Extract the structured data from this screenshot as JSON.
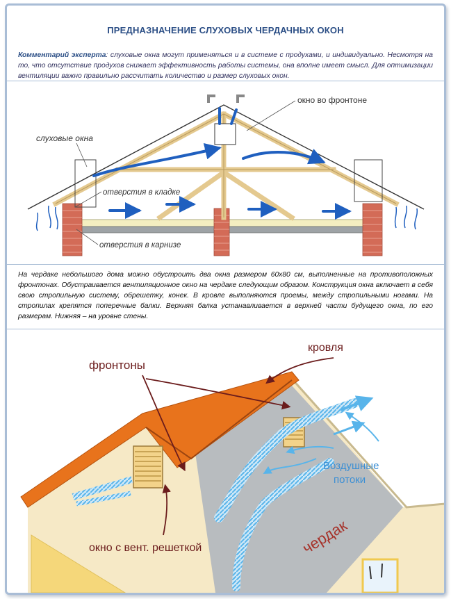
{
  "title": "ПРЕДНАЗНАЧЕНИЕ СЛУХОВЫХ ЧЕРДАЧНЫХ ОКОН",
  "expert_comment": {
    "label": "Комментарий эксперта",
    "text": ": слуховые окна могут применяться и в системе с продухами, и индивидуально. Несмотря на то, что отсутствие продухов снижает эффективность работы системы, она вполне имеет смысл. Для оптимизации вентиляции важно правильно рассчитать количество и размер слуховых окон."
  },
  "diagram_top": {
    "labels": {
      "gable_window": "окно во фронтоне",
      "dormer_windows": "слуховые окна",
      "masonry_openings": "отверстия в кладке",
      "eave_openings": "отверстия в карнизе"
    }
  },
  "description": "На чердаке небольшого дома можно обустроить два окна размером 60х80 см, выполненные на противоположных фронтонах. Обустраивается вентиляционное окно на чердаке следующим образом. Конструкция окна включает в себя свою стропильную систему, обрешетку, конек. В кровле выполняются проемы, между стропильными ногами. На стропилах крепятся поперечные балки. Верхняя балка устанавливается в верхней части будущего окна, по его размерам. Нижняя – на уровне стены.",
  "diagram_bottom": {
    "labels": {
      "roof": "кровля",
      "gables": "фронтоны",
      "air_flows_line1": "Воздушные",
      "air_flows_line2": "потоки",
      "attic": "чердак",
      "vent_window": "окно с вент. решеткой"
    }
  },
  "colors": {
    "frame": "#a9bdd6",
    "title": "#2c4f86",
    "arrow_blue": "#1f5fbf",
    "label_dark_red": "#6b1c1c",
    "roof_orange": "#e8731c",
    "wall_beige": "#f6e9c6",
    "brick": "#c8604f",
    "air_light_blue": "#58b4ea"
  }
}
